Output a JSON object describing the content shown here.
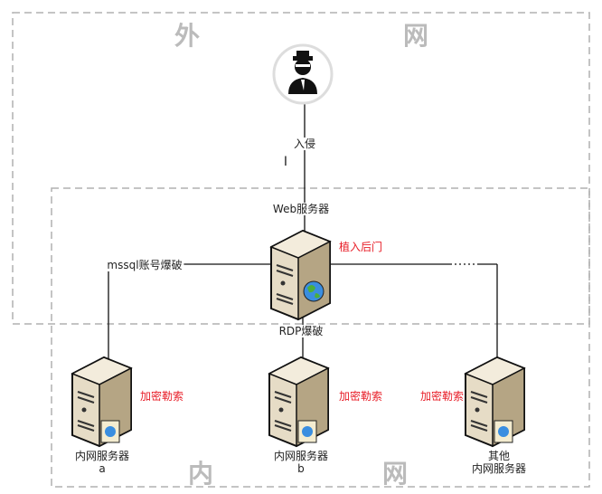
{
  "zones": {
    "outer": [
      "外",
      "网"
    ],
    "inner": [
      "内",
      "网"
    ]
  },
  "attacker": {
    "edge_label": "入侵"
  },
  "web_server": {
    "label": "Web服务器",
    "annotation": "植入后门"
  },
  "edges": {
    "mssql": "mssql账号爆破",
    "rdp": "RDP爆破",
    "other": "……"
  },
  "servers": [
    {
      "label": "内网服务器",
      "sub": "a",
      "annotation": "加密勒索"
    },
    {
      "label": "内网服务器",
      "sub": "b",
      "annotation": "加密勒索"
    },
    {
      "label": "其他",
      "sub": "内网服务器",
      "annotation": "加密勒索"
    }
  ],
  "colors": {
    "annotation": "#e8202a",
    "zone_text": "#bbbbbb",
    "dash": "#b0b0b0"
  }
}
